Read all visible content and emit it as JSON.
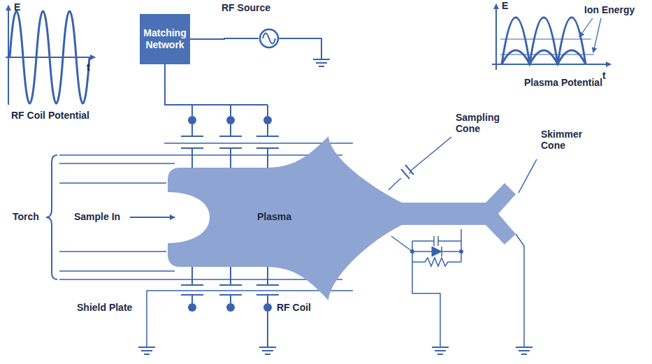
{
  "diagram": {
    "nodes": [
      {
        "text": [
          "Matching Network"
        ]
      },
      {
        "text": [
          "RF Source"
        ]
      },
      {
        "text": [
          "Plasma"
        ]
      }
    ],
    "edges": [
      {
        "from": 0,
        "to": 1,
        "arrow": "none"
      }
    ],
    "labels": [
      "E",
      "t",
      "RF Coil Potential",
      "E",
      "t",
      "Ion Energy",
      "Plasma Potential",
      "Sampling Cone",
      "Skimmer Cone",
      "Torch",
      "Sample In",
      "Shield Plate",
      "RF Coil"
    ]
  }
}
